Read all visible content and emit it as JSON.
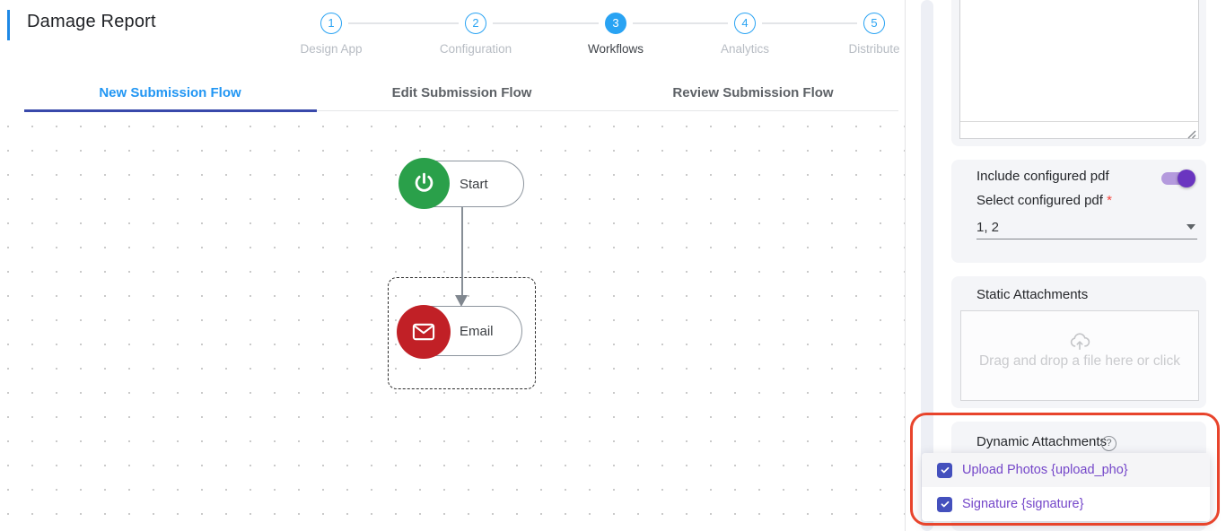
{
  "header": {
    "title": "Damage Report"
  },
  "stepper": {
    "steps": [
      {
        "num": "1",
        "label": "Design App",
        "state": "inactive"
      },
      {
        "num": "2",
        "label": "Configuration",
        "state": "inactive"
      },
      {
        "num": "3",
        "label": "Workflows",
        "state": "active"
      },
      {
        "num": "4",
        "label": "Analytics",
        "state": "inactive"
      },
      {
        "num": "5",
        "label": "Distribute",
        "state": "inactive"
      }
    ]
  },
  "tabs": [
    {
      "label": "New Submission Flow",
      "active": true
    },
    {
      "label": "Edit Submission Flow",
      "active": false
    },
    {
      "label": "Review Submission Flow",
      "active": false
    }
  ],
  "flow": {
    "nodes": [
      {
        "label": "Start",
        "icon": "power-icon",
        "color": "#2aa04a",
        "selected": false
      },
      {
        "label": "Email",
        "icon": "email-icon",
        "color": "#c12026",
        "selected": true
      }
    ]
  },
  "panel": {
    "notes_textarea": {
      "value": ""
    },
    "pdf": {
      "toggle_label": "Include configured pdf",
      "toggle_on": true,
      "select_label": "Select configured pdf",
      "required_mark": "*",
      "select_value": "1, 2"
    },
    "static_attachments": {
      "title": "Static Attachments",
      "dropzone_text": "Drag and drop a file here or click",
      "dropzone_icon": "upload-cloud-icon"
    },
    "dynamic_attachments": {
      "title": "Dynamic Attachments",
      "help_glyph": "?",
      "options": [
        {
          "label": "Upload Photos {upload_pho}",
          "checked": true
        },
        {
          "label": "Signature {signature}",
          "checked": true
        }
      ]
    }
  },
  "annotation": {
    "type": "red-highlight-box",
    "color": "#e8442c"
  },
  "colors": {
    "stepper_blue": "#29a3f3",
    "tab_active_text": "#2196f3",
    "tab_underline": "#3949ab",
    "accent_bar": "#1e88e5",
    "start_green": "#2aa04a",
    "email_red": "#c12026",
    "toggle_purple": "#6a35c0",
    "checkbox_indigo": "#4450bd",
    "option_text_purple": "#7446c9",
    "card_bg": "#f4f5f8"
  }
}
